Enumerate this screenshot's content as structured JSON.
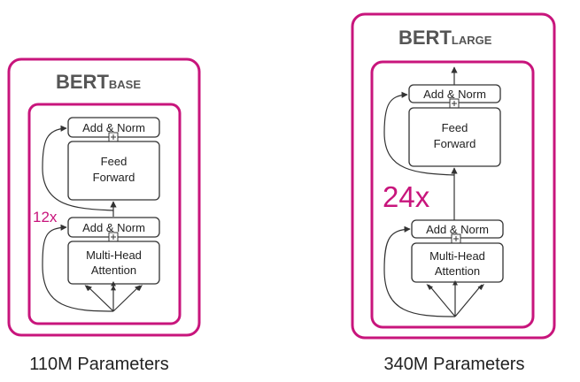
{
  "colors": {
    "accent": "#c8157c",
    "box_stroke": "#333333",
    "title": "#555555",
    "text": "#222222"
  },
  "base": {
    "title_main": "BERT",
    "title_sub": "BASE",
    "add_norm_top": "Add & Norm",
    "feed_forward_line1": "Feed",
    "feed_forward_line2": "Forward",
    "repeat": "12x",
    "add_norm_bottom": "Add & Norm",
    "attention_line1": "Multi-Head",
    "attention_line2": "Attention",
    "caption": "110M Parameters"
  },
  "large": {
    "title_main": "BERT",
    "title_sub": "LARGE",
    "add_norm_top": "Add & Norm",
    "feed_forward_line1": "Feed",
    "feed_forward_line2": "Forward",
    "repeat": "24x",
    "add_norm_bottom": "Add & Norm",
    "attention_line1": "Multi-Head",
    "attention_line2": "Attention",
    "caption": "340M Parameters"
  },
  "icons": {
    "residual_add": "plus-in-square-icon"
  }
}
